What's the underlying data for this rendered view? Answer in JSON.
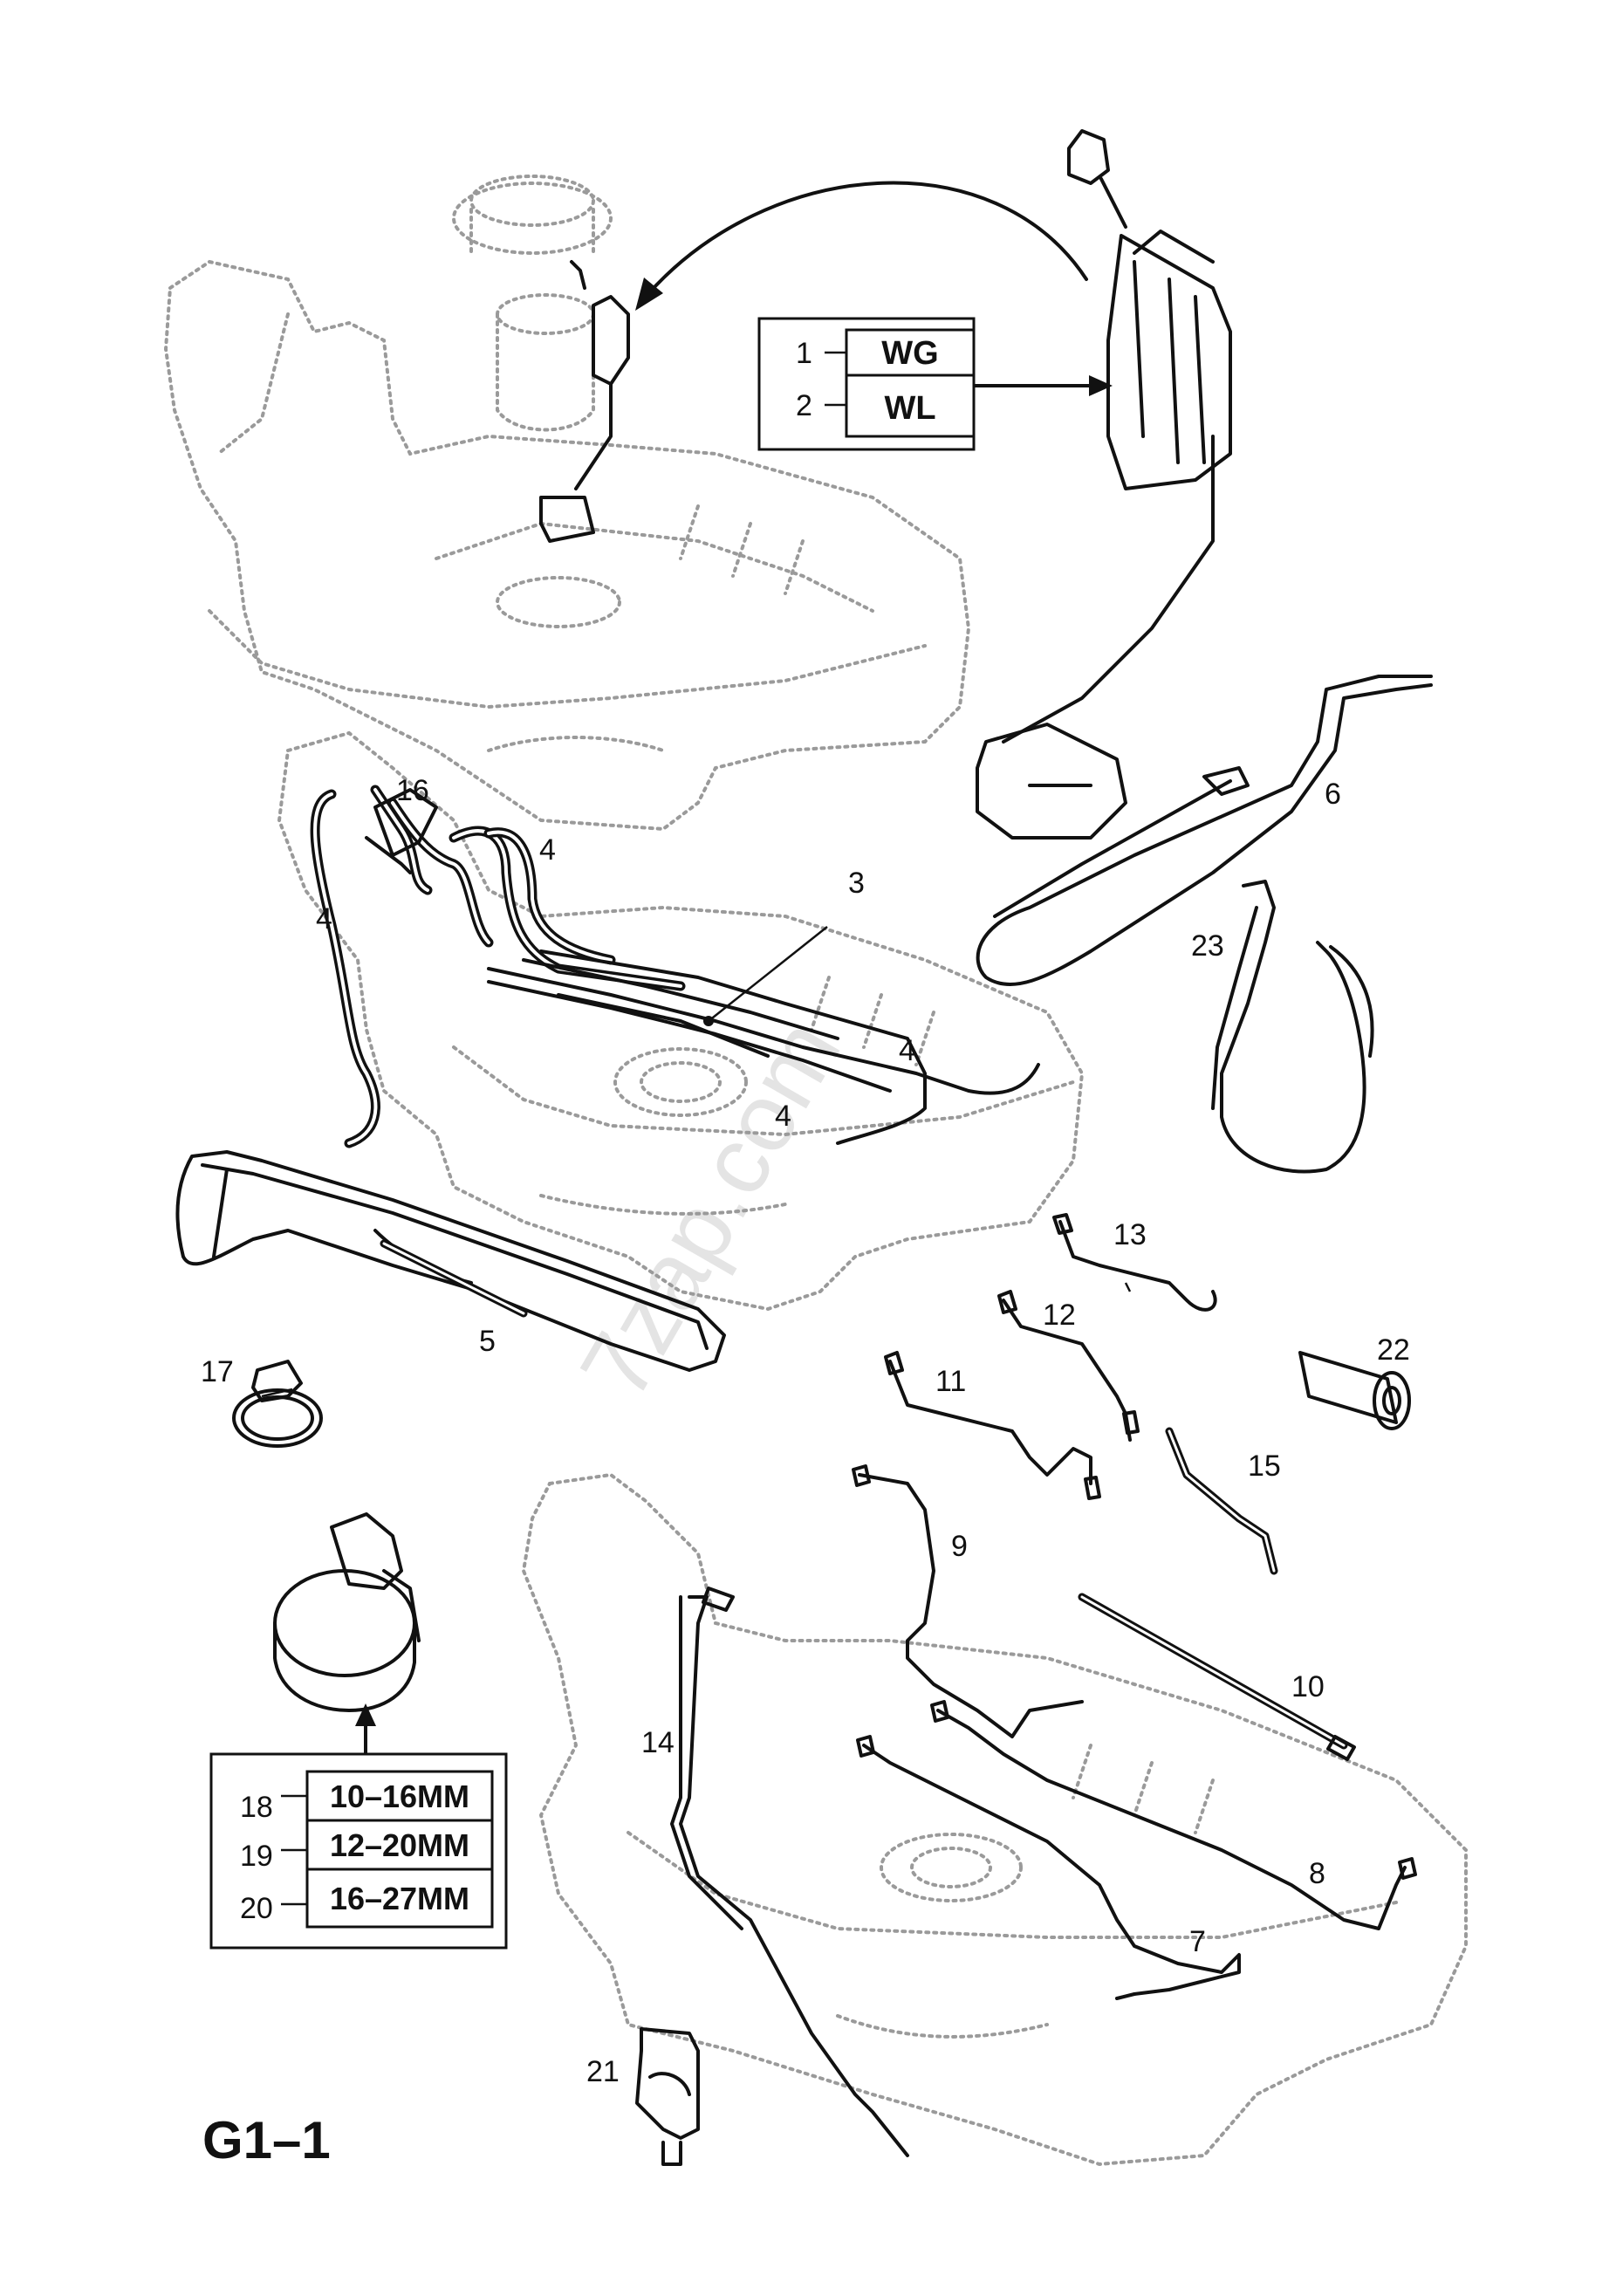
{
  "page_code": "G1–1",
  "watermark": "7zap.com",
  "sender_unit_table": {
    "rows": [
      {
        "item": "1",
        "code": "WG"
      },
      {
        "item": "2",
        "code": "WL"
      }
    ]
  },
  "clamp_size_table": {
    "rows": [
      {
        "item": "18",
        "size": "10–16MM"
      },
      {
        "item": "19",
        "size": "12–20MM"
      },
      {
        "item": "20",
        "size": "16–27MM"
      }
    ]
  },
  "callouts": [
    {
      "id": "c3",
      "text": "3"
    },
    {
      "id": "c4a",
      "text": "4"
    },
    {
      "id": "c4b",
      "text": "4"
    },
    {
      "id": "c4c",
      "text": "4"
    },
    {
      "id": "c4d",
      "text": "4"
    },
    {
      "id": "c5",
      "text": "5"
    },
    {
      "id": "c6",
      "text": "6"
    },
    {
      "id": "c7",
      "text": "7"
    },
    {
      "id": "c8",
      "text": "8"
    },
    {
      "id": "c9",
      "text": "9"
    },
    {
      "id": "c10",
      "text": "10"
    },
    {
      "id": "c11",
      "text": "11"
    },
    {
      "id": "c12",
      "text": "12"
    },
    {
      "id": "c13",
      "text": "13"
    },
    {
      "id": "c14",
      "text": "14"
    },
    {
      "id": "c15",
      "text": "15"
    },
    {
      "id": "c16",
      "text": "16"
    },
    {
      "id": "c17",
      "text": "17"
    },
    {
      "id": "c21",
      "text": "21"
    },
    {
      "id": "c22",
      "text": "22"
    },
    {
      "id": "c23",
      "text": "23"
    }
  ]
}
